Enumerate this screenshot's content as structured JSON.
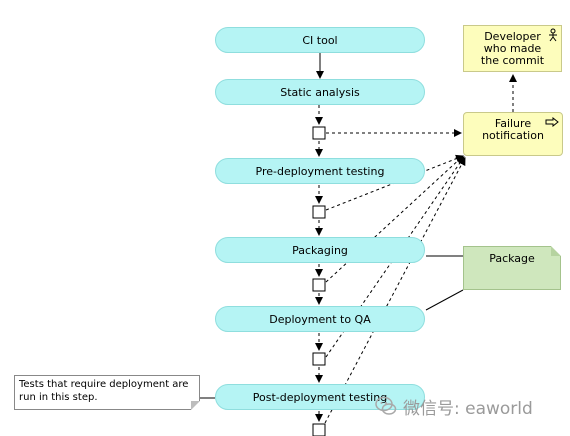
{
  "stages": [
    {
      "id": "ci-tool",
      "label": "CI tool"
    },
    {
      "id": "static-analysis",
      "label": "Static analysis"
    },
    {
      "id": "pre-deployment-testing",
      "label": "Pre-deployment testing"
    },
    {
      "id": "packaging",
      "label": "Packaging"
    },
    {
      "id": "deployment-to-qa",
      "label": "Deployment to QA"
    },
    {
      "id": "post-deployment-testing",
      "label": "Post-deployment testing"
    }
  ],
  "developer": {
    "line1": "Developer",
    "line2": "who made",
    "line3": "the commit",
    "icon": "actor-icon"
  },
  "failure": {
    "line1": "Failure",
    "line2": "notification",
    "icon": "event-arrow-icon"
  },
  "package_label": "Package",
  "note": {
    "line1": "Tests that require deployment are",
    "line2": "run in this step."
  },
  "watermark": "微信号: eaworld",
  "colors": {
    "stage": "#b5f4f4",
    "event": "#fdfdbc",
    "artifact": "#cfe7bd"
  }
}
